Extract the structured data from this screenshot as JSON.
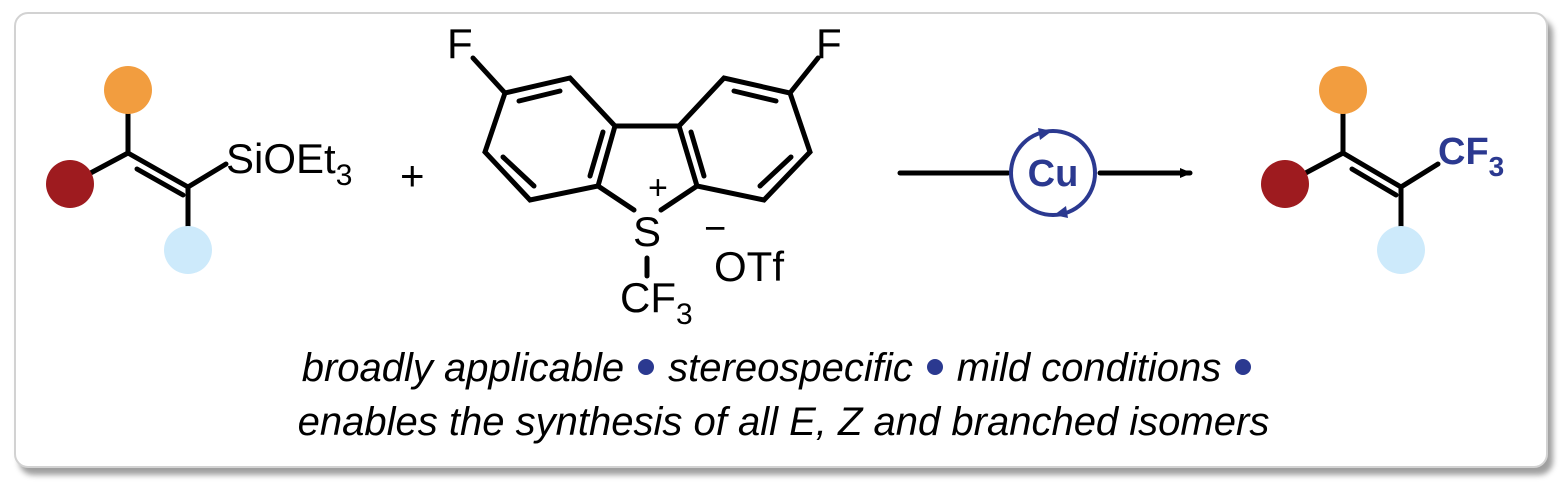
{
  "reactant": {
    "silyl_label": "SiOEt",
    "silyl_sub": "3"
  },
  "plus": "+",
  "reagent": {
    "fluorine_left": "F",
    "fluorine_right": "F",
    "sulfur": "S",
    "charge_plus": "+",
    "cf3_main": "CF",
    "cf3_sub": "3",
    "counter_charge": "−",
    "counterion": "OTf"
  },
  "catalyst": {
    "label": "Cu",
    "color": "#2b3990"
  },
  "product": {
    "cf3_main": "CF",
    "cf3_sub": "3",
    "color": "#2b3990"
  },
  "substituent_colors": {
    "orange": "#f29d3f",
    "dark_red": "#9e1b1f",
    "light_blue": "#cdeafb"
  },
  "caption": {
    "line1_items": [
      "broadly applicable",
      "stereospecific",
      "mild conditions"
    ],
    "line2": "enables the synthesis of all E, Z and branched isomers",
    "bullet_color": "#2b3990"
  }
}
